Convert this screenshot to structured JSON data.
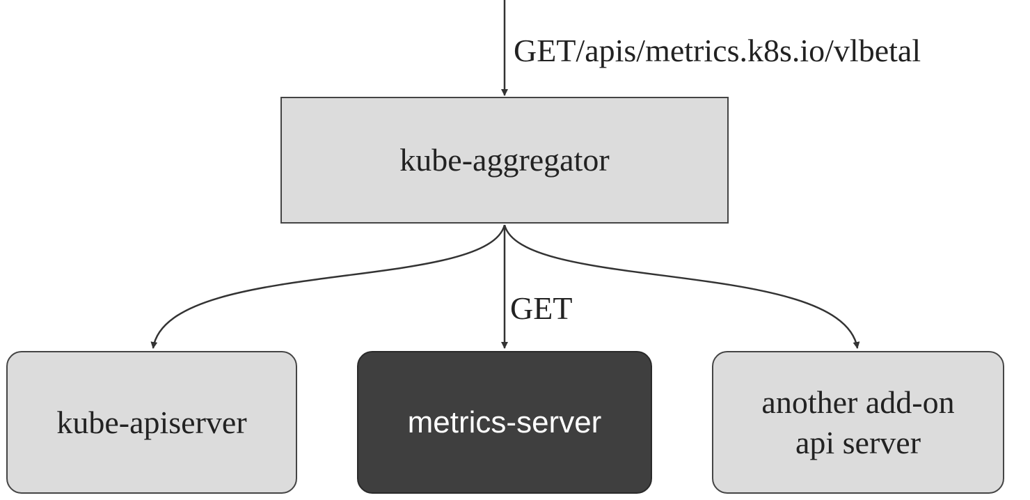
{
  "edges": {
    "incoming_label": "GET/apis/metrics.k8s.io/vlbetal",
    "metrics_label": "GET"
  },
  "nodes": {
    "aggregator": "kube-aggregator",
    "apiserver": "kube-apiserver",
    "metrics_server": "metrics-server",
    "addon": "another add-on\napi server"
  },
  "colors": {
    "node_fill": "#dcdcdc",
    "highlight_fill": "#3f3f3f",
    "highlight_text": "#ffffff",
    "stroke": "#444444"
  }
}
